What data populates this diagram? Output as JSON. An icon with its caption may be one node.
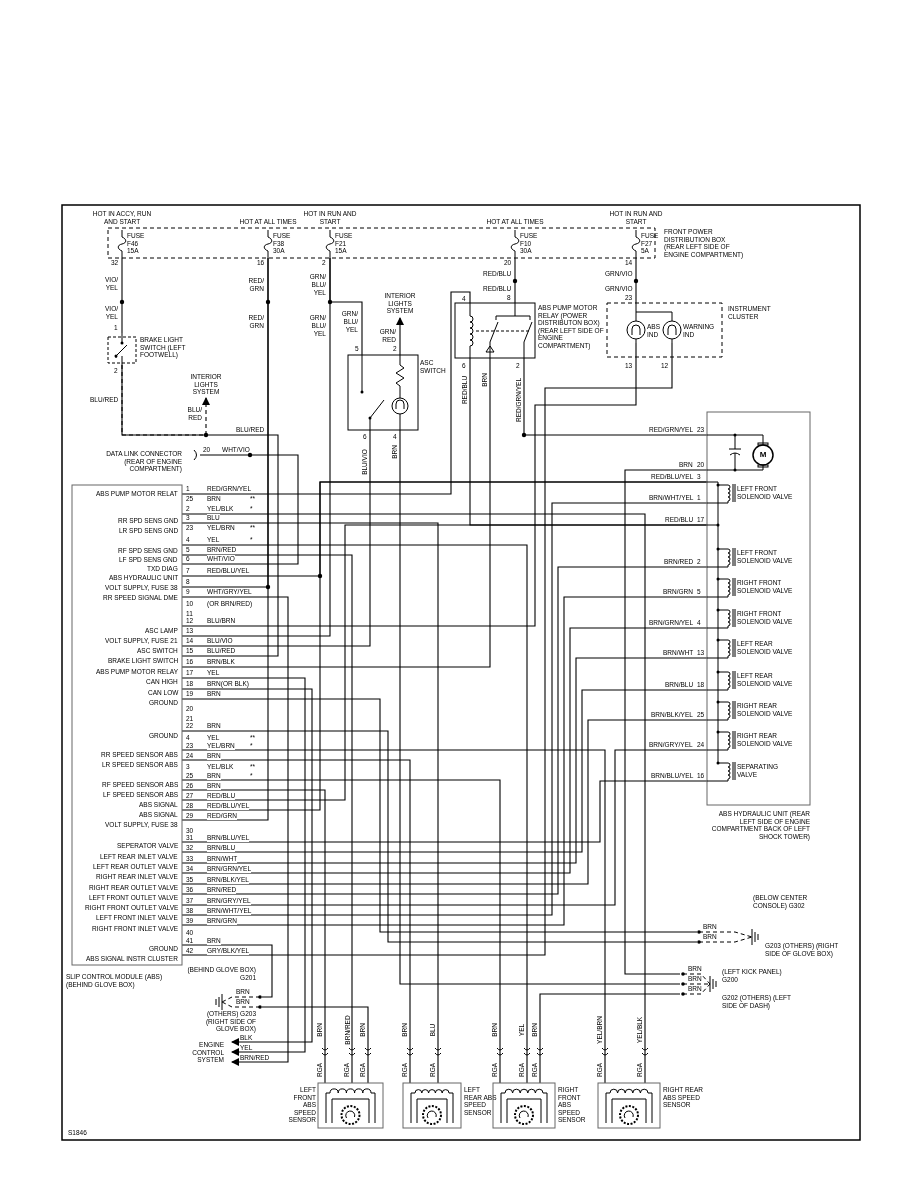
{
  "diagram": {
    "nodes": [
      {
        "text": [
          "FRONT POWER DISTRIBUTION BOX (REAR LEFT SIDE OF ENGINE COMPARTMENT)"
        ]
      },
      {
        "text": [
          "FUSE F46 15A"
        ],
        "in": 0,
        "beside": [
          "HOT IN ACCY, RUN AND START"
        ]
      },
      {
        "text": [
          "FUSE F38 30A"
        ],
        "in": 0,
        "beside": [
          "HOT AT ALL TIMES"
        ]
      },
      {
        "text": [
          "FUSE F21 15A"
        ],
        "in": 0,
        "beside": [
          "HOT IN RUN AND START"
        ]
      },
      {
        "text": [
          "FUSE F10 30A"
        ],
        "in": 0,
        "beside": [
          "HOT AT ALL TIMES"
        ]
      },
      {
        "text": [
          "FUSE F27 5A"
        ],
        "in": 0,
        "beside": [
          "HOT IN RUN AND START"
        ]
      },
      {
        "text": [
          "BRAKE LIGHT SWITCH (LEFT FOOTWELL)"
        ]
      },
      {
        "text": [
          "INTERIOR LIGHTS SYSTEM"
        ]
      },
      {
        "text": [
          "INTERIOR LIGHTS SYSTEM"
        ]
      },
      {
        "text": [
          "ASC SWITCH"
        ]
      },
      {
        "text": [
          "ABS PUMP MOTOR RELAY (POWER DISTRIBUTON BOX) (REAR LEFT SIDE OF ENGINE COMPARTMENT)"
        ]
      },
      {
        "text": [
          "INSTRUMENT CLUSTER"
        ]
      },
      {
        "text": [
          "ABS IND"
        ],
        "in": 11
      },
      {
        "text": [
          "WARNING IND"
        ],
        "in": 11
      },
      {
        "text": [
          "DATA LINK CONNECTOR (REAR OF ENGINE COMPARTMENT)"
        ]
      },
      {
        "text": [
          "SLIP CONTROL MODULE (ABS) (BEHIND GLOVE BOX)"
        ]
      },
      {
        "text": [
          "ABS HYDRAULIC UNIT (REAR LEFT SIDE OF ENGINE COMPARTMENT BACK OF LEFT SHOCK TOWER)"
        ]
      },
      {
        "text": [
          "M"
        ],
        "in": 16
      },
      {
        "text": [
          "LEFT FRONT SOLENOID VALVE"
        ],
        "in": 16
      },
      {
        "text": [
          "LEFT FRONT SOLENOID VALVE"
        ],
        "in": 16
      },
      {
        "text": [
          "RIGHT FRONT SOLENOID VALVE"
        ],
        "in": 16
      },
      {
        "text": [
          "RIGHT FRONT SOLENOID VALVE"
        ],
        "in": 16
      },
      {
        "text": [
          "LEFT REAR SOLENOID VALVE"
        ],
        "in": 16
      },
      {
        "text": [
          "LEFT REAR SOLENOID VALVE"
        ],
        "in": 16
      },
      {
        "text": [
          "RIGHT REAR SOLENOID VALVE"
        ],
        "in": 16
      },
      {
        "text": [
          "RIGHT REAR SOLENOID VALVE"
        ],
        "in": 16
      },
      {
        "text": [
          "SEPARATING VALVE"
        ],
        "in": 16
      },
      {
        "text": [
          "(BELOW CENTER CONSOLE) G302",
          "G203 (OTHERS) (RIGHT SIDE OF GLOVE BOX)"
        ]
      },
      {
        "text": [
          "(LEFT KICK PANEL) G200",
          "G202 (OTHERS) (LEFT SIDE OF DASH)"
        ]
      },
      {
        "text": [
          "(BEHIND GLOVE BOX) G201",
          "(OTHERS) G203 (RIGHT SIDE OF GLOVE BOX)"
        ]
      },
      {
        "text": [
          "ENGINE CONTROL SYSTEM"
        ]
      },
      {
        "text": [
          "LEFT FRONT ABS SPEED SENSOR"
        ]
      },
      {
        "text": [
          "LEFT REAR ABS SPEED SENSOR"
        ]
      },
      {
        "text": [
          "RIGHT FRONT ABS SPEED SENSOR"
        ]
      },
      {
        "text": [
          "RIGHT REAR ABS SPEED SENSOR"
        ]
      }
    ],
    "edges": [
      {
        "from": 1,
        "to": 6,
        "arrow": "none",
        "label": "VIO/ YEL"
      },
      {
        "from": 6,
        "to": 15,
        "arrow": "none",
        "label": "BLU/RED"
      },
      {
        "from": 6,
        "to": 7,
        "arrow": "to",
        "label": "BLU/ RED",
        "style": "dashed"
      },
      {
        "from": 2,
        "to": 15,
        "arrow": "none",
        "label": "RED/ GRN"
      },
      {
        "from": 2,
        "to": 15,
        "arrow": "none",
        "label": "RED/GRN"
      },
      {
        "from": 3,
        "to": 15,
        "arrow": "none",
        "label": "GRN/ BLU/ YEL"
      },
      {
        "from": 3,
        "to": 9,
        "arrow": "none",
        "label": "GRN/ BLU/ YEL"
      },
      {
        "from": 9,
        "to": 8,
        "arrow": "to",
        "label": "GRN/ RED"
      },
      {
        "from": 9,
        "to": 15,
        "arrow": "none",
        "label": "BLU/VIO"
      },
      {
        "from": 9,
        "to": 28,
        "arrow": "none",
        "label": "BRN"
      },
      {
        "from": 4,
        "to": 10,
        "arrow": "none",
        "label": "RED/BLU"
      },
      {
        "from": 15,
        "to": 10,
        "arrow": "none",
        "label": "RED/GRN/YEL"
      },
      {
        "from": 15,
        "to": 10,
        "arrow": "none",
        "label": "BRN/BLK"
      },
      {
        "from": 10,
        "to": 16,
        "arrow": "none",
        "label": "RED/GRN/YEL"
      },
      {
        "from": 10,
        "to": 16,
        "arrow": "none",
        "label": "RED/BLU"
      },
      {
        "from": 5,
        "to": 11,
        "arrow": "none",
        "label": "GRN/VIO"
      },
      {
        "from": 15,
        "to": 12,
        "arrow": "none",
        "label": "BLU/BRN"
      },
      {
        "from": 15,
        "to": 13,
        "arrow": "none",
        "label": "GRY/BLK/YEL"
      },
      {
        "from": 14,
        "to": 15,
        "arrow": "none",
        "label": "WHT/VIO"
      },
      {
        "from": 15,
        "to": 16,
        "arrow": "none",
        "label": "RED/BLU/YEL"
      },
      {
        "from": 15,
        "to": 16,
        "arrow": "none",
        "label": "RED/BLU/YEL"
      },
      {
        "from": 15,
        "to": 16,
        "arrow": "none",
        "label": "RED/BLU"
      },
      {
        "from": 15,
        "to": 16,
        "arrow": "none",
        "label": "BRN/BLU/YEL"
      },
      {
        "from": 15,
        "to": 16,
        "arrow": "none",
        "label": "BRN/BLU"
      },
      {
        "from": 15,
        "to": 16,
        "arrow": "none",
        "label": "BRN/WHT"
      },
      {
        "from": 15,
        "to": 16,
        "arrow": "none",
        "label": "BRN/GRN/YEL"
      },
      {
        "from": 15,
        "to": 16,
        "arrow": "none",
        "label": "BRN/BLK/YEL"
      },
      {
        "from": 15,
        "to": 16,
        "arrow": "none",
        "label": "BRN/RED"
      },
      {
        "from": 15,
        "to": 16,
        "arrow": "none",
        "label": "BRN/GRY/YEL"
      },
      {
        "from": 15,
        "to": 16,
        "arrow": "none",
        "label": "BRN/WHT/YEL"
      },
      {
        "from": 15,
        "to": 16,
        "arrow": "none",
        "label": "BRN/GRN"
      },
      {
        "from": 16,
        "to": 28,
        "arrow": "none",
        "label": "BRN"
      },
      {
        "from": 15,
        "to": 27,
        "arrow": "none",
        "label": "BRN"
      },
      {
        "from": 15,
        "to": 27,
        "arrow": "none",
        "label": "BRN"
      },
      {
        "from": 15,
        "to": 29,
        "arrow": "none",
        "label": "BRN"
      },
      {
        "from": 15,
        "to": 30,
        "arrow": "to",
        "label": "WHT/GRY/YEL"
      },
      {
        "from": 15,
        "to": 30,
        "arrow": "to",
        "label": "YEL"
      },
      {
        "from": 15,
        "to": 30,
        "arrow": "to",
        "label": "BRN(OR BLK)"
      },
      {
        "from": 15,
        "to": 31,
        "arrow": "none",
        "label": "BRN"
      },
      {
        "from": 15,
        "to": 31,
        "arrow": "none",
        "label": "BRN/RED"
      },
      {
        "from": 31,
        "to": 29,
        "arrow": "none",
        "label": "BRN"
      },
      {
        "from": 15,
        "to": 32,
        "arrow": "none",
        "label": "BRN"
      },
      {
        "from": 15,
        "to": 32,
        "arrow": "none",
        "label": "BLU"
      },
      {
        "from": 15,
        "to": 33,
        "arrow": "none",
        "label": "BRN"
      },
      {
        "from": 15,
        "to": 33,
        "arrow": "none",
        "label": "YEL"
      },
      {
        "from": 33,
        "to": 28,
        "arrow": "none",
        "label": "BRN"
      },
      {
        "from": 15,
        "to": 34,
        "arrow": "none",
        "label": "YEL/BRN"
      },
      {
        "from": 15,
        "to": 34,
        "arrow": "none",
        "label": "YEL/BLK"
      }
    ],
    "labels": [
      "32",
      "VIO/ YEL",
      "1",
      "2",
      "BLU/RED",
      "BLU/RED",
      "16",
      "RED/ GRN",
      "2",
      "GRN/ BLU/ YEL",
      "5",
      "2",
      "6",
      "4",
      "BLU/VIO",
      "BRN",
      "20",
      "RED/BLU",
      "4",
      "8",
      "6",
      "RED/BLU",
      "BRN",
      "2",
      "RED/GRN/YEL",
      "14",
      "GRN/VIO",
      "23",
      "13",
      "12",
      "20",
      "WHT/VIO",
      "ABS PUMP MOTOR RELAT",
      "1",
      "25",
      "BRN",
      "**",
      "2",
      "*",
      "RR SPD SENS GND",
      "3",
      "LR SPD SENS GND",
      "23",
      "YEL/BRN",
      "**",
      "4",
      "*",
      "RF SPD SENS GND",
      "5",
      "LF SPD SENS GND",
      "6",
      "TXD DIAG",
      "ABS HYDRAULIC UNIT",
      "7",
      "VOLT SUPPLY, FUSE 38",
      "8",
      "RR SPEED SIGNAL DME",
      "9",
      "10",
      "(OR BRN/RED)",
      "11",
      "12",
      "ASC LAMP",
      "13",
      "VOLT SUPPLY, FUSE 21",
      "14",
      "ASC SWITCH",
      "15",
      "BRAKE LIGHT SWITCH",
      "16",
      "ABS PUMP MOTOR RELAY",
      "17",
      "CAN HIGH",
      "18",
      "CAN LOW",
      "19",
      "GROUND",
      "20",
      "21",
      "22",
      "GROUND",
      "4",
      "YEL",
      "**",
      "23",
      "*",
      "RR SPEED SENSOR ABS",
      "24",
      "LR SPEED SENSOR ABS",
      "3",
      "YEL/BLK",
      "**",
      "25",
      "*",
      "RF SPEED SENSOR ABS",
      "26",
      "LF SPEED SENSOR ABS",
      "27",
      "ABS SIGNAL",
      "28",
      "ABS SIGNAL",
      "29",
      "VOLT SUPPLY, FUSE 38",
      "30",
      "31",
      "SEPERATOR VALVE",
      "32",
      "LEFT REAR INLET VALVE",
      "33",
      "LEFT REAR OUTLET VALVE",
      "34",
      "RIGHT REAR INLET VALVE",
      "35",
      "RIGHT REAR OUTLET VALVE",
      "36",
      "LEFT FRONT OUTLET VALVE",
      "37",
      "RIGHT FRONT OUTLET VALVE",
      "38",
      "LEFT FRONT INLET VALVE",
      "39",
      "RIGHT FRONT INLET VALVE",
      "40",
      "41",
      "GROUND",
      "42",
      "ABS SIGNAL INSTR CLUSTER",
      "23",
      "20",
      "RED/BLU/YEL",
      "3",
      "BRN/WHT/YEL",
      "1",
      "17",
      "BRN/RED",
      "2",
      "BRN/GRN",
      "5",
      "BRN/GRN/YEL",
      "4",
      "BRN/WHT",
      "13",
      "BRN/BLU",
      "18",
      "BRN/BLK/YEL",
      "25",
      "BRN/GRY/YEL",
      "24",
      "BRN/BLU/YEL",
      "16",
      "BRN",
      "BRN",
      "BRN",
      "BRN",
      "BRN",
      "BLK",
      "YEL",
      "BRN/RED",
      "BRN",
      "BRN/RED",
      "RGA",
      "RGA",
      "RGA",
      "BRN",
      "BLU",
      "RGA",
      "RGA",
      "BRN",
      "YEL",
      "BRN",
      "RGA",
      "RGA",
      "RGA",
      "YEL/BRN",
      "YEL/BLK",
      "RGA",
      "RGA",
      "S1846"
    ]
  }
}
